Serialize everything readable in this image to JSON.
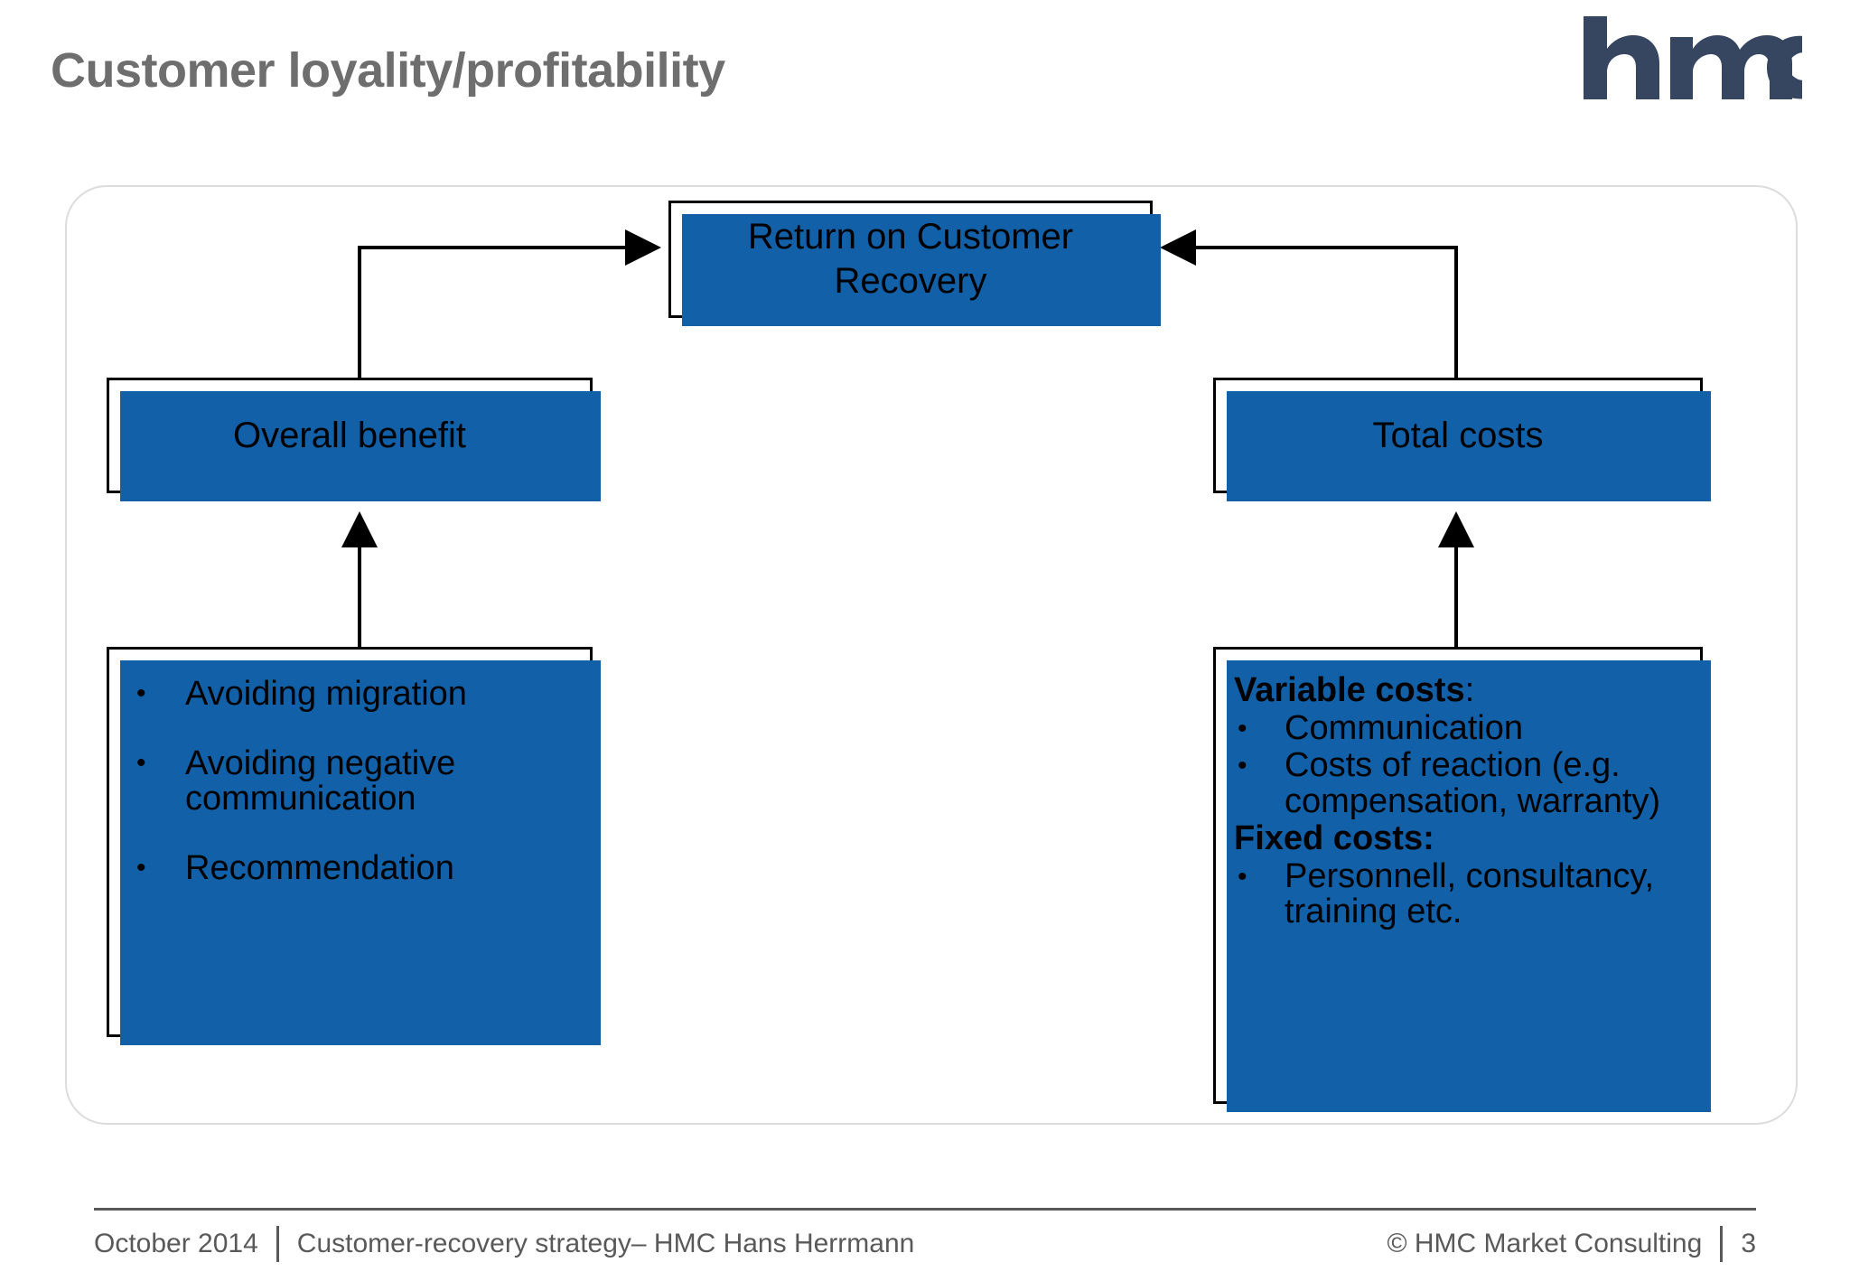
{
  "slide": {
    "title": "Customer loyality/profitability",
    "logo": {
      "name": "hmc-logo",
      "text": "hmc",
      "color": "#364560"
    },
    "colors": {
      "title_gray": "#6E6E6E",
      "box_shadow_blue": "#1160A8",
      "box_border": "#000000",
      "frame_border": "#DCDCDC",
      "footer_gray": "#595959"
    }
  },
  "diagram": {
    "nodes": {
      "return": {
        "label": "Return on Customer Recovery"
      },
      "benefit": {
        "label": "Overall benefit"
      },
      "costs": {
        "label": "Total costs"
      }
    },
    "benefit_details": {
      "bullet_char": "•",
      "items": [
        "Avoiding migration",
        "Avoiding negative communication",
        "Recommendation"
      ]
    },
    "costs_details": {
      "bullet_char": "•",
      "groups": [
        {
          "heading_bold": "Variable costs",
          "heading_plain": ":",
          "items": [
            "Communication",
            "Costs of reaction (e.g. compensation, warranty)"
          ]
        },
        {
          "heading_bold": "Fixed costs:",
          "heading_plain": "",
          "items": [
            "Personnell, consultancy, training etc."
          ]
        }
      ]
    },
    "connectors": [
      {
        "name": "benefit-to-return",
        "direction": "right"
      },
      {
        "name": "costs-to-return",
        "direction": "left"
      },
      {
        "name": "benefit-details-to-benefit",
        "direction": "up"
      },
      {
        "name": "costs-details-to-costs",
        "direction": "up"
      }
    ]
  },
  "footer": {
    "date": "October 2014",
    "subject": "Customer-recovery strategy– HMC Hans Herrmann",
    "copyright": "© HMC Market Consulting",
    "page_number": "3"
  }
}
